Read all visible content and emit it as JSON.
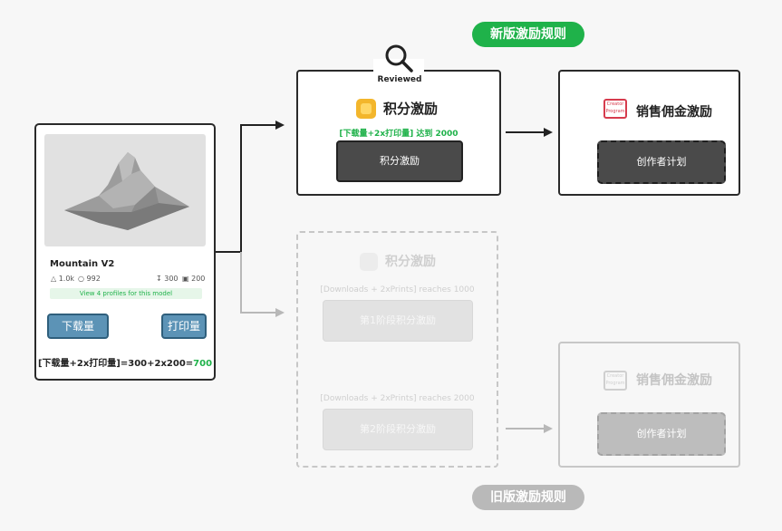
{
  "pills": {
    "new_rules": "新版激励规则",
    "old_rules": "旧版激励规则"
  },
  "card": {
    "model_name": "Mountain V2",
    "likes": "1.0k",
    "collects": "992",
    "downloads": "300",
    "prints": "200",
    "profiles_link": "View 4 profiles for this model",
    "download_label": "下载量",
    "print_label": "打印量",
    "formula": "[下载量+2x打印量]=300+2x200=",
    "formula_result": "700"
  },
  "new_flow": {
    "reviewed": "Reviewed",
    "points_title": "积分激励",
    "condition_prefix": "[下载量+2x打印量] 达到 ",
    "condition_value": "2000",
    "points_button": "积分激励",
    "sales_title": "销售佣金激励",
    "creator_button": "创作者计划",
    "creator_logo_text": "Creator Program"
  },
  "old_flow": {
    "points_title": "积分激励",
    "condition1": "[Downloads + 2xPrints] reaches 1000",
    "stage1": "第1阶段积分激励",
    "condition2": "[Downloads + 2xPrints] reaches 2000",
    "stage2": "第2阶段积分激励",
    "sales_title": "销售佣金激励",
    "creator_button": "创作者计划",
    "creator_logo_text": "Creator Program"
  },
  "colors": {
    "green": "#1fb24a",
    "blue": "#5c93b6",
    "dark": "#4a4a4a",
    "grey": "#bdbdbd"
  }
}
